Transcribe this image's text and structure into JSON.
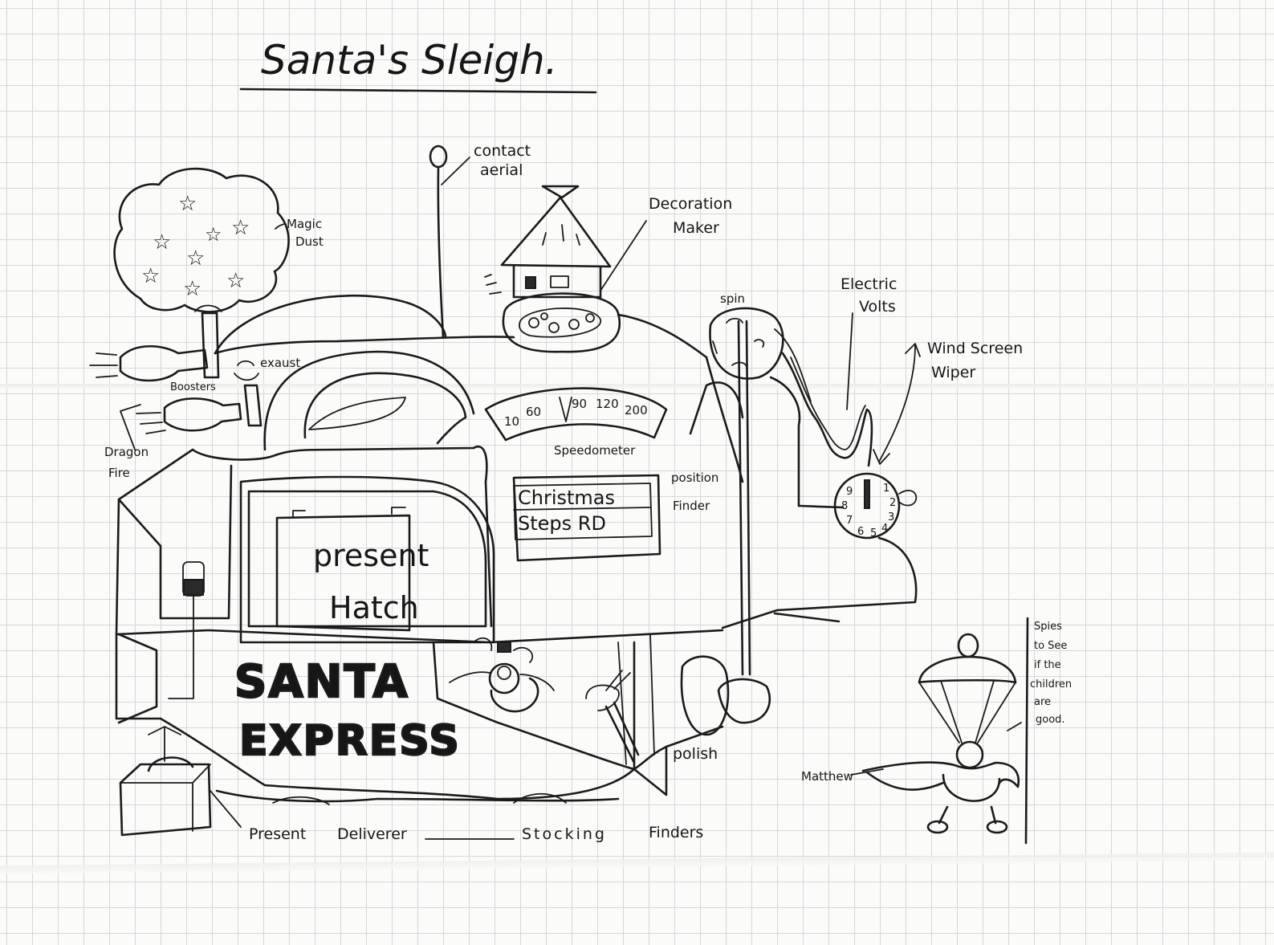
{
  "title": "Santa's Sleigh.",
  "labels": {
    "contact_aerial": [
      "contact",
      "aerial"
    ],
    "decoration_maker": [
      "Decoration",
      "Maker"
    ],
    "magic_dust": [
      "Magic",
      "Dust"
    ],
    "exaust": "exaust",
    "boosters": "Boosters",
    "dragon_fire": [
      "Dragon",
      "Fire"
    ],
    "spin": "spin",
    "electric_volts": [
      "Electric",
      "Volts"
    ],
    "wind_screen_wiper": [
      "Wind Screen",
      "Wiper"
    ],
    "speedometer": "Speedometer",
    "speed_ticks": [
      "10",
      "60",
      "90",
      "120",
      "200"
    ],
    "position_finder": [
      "position",
      "Finder"
    ],
    "sign": [
      "Christmas",
      "Steps RD"
    ],
    "present_hatch": [
      "present",
      "Hatch"
    ],
    "santa_express": [
      "SANTA",
      "EXPRESS"
    ],
    "polish": "polish",
    "present_deliverer": [
      "Present",
      "Deliverer"
    ],
    "stocking_finders": [
      "Stocking",
      "Finders"
    ],
    "spies": [
      "Spies",
      "to See",
      "if the",
      "children",
      "are",
      "good."
    ],
    "matthew": "Matthew",
    "clock_numbers": [
      "1",
      "2",
      "3",
      "4",
      "5",
      "6",
      "7",
      "8",
      "9"
    ]
  },
  "colors": {
    "ink": "#1b1b1b",
    "grid": "#d4d7da",
    "paper": "#fbfbf9"
  }
}
